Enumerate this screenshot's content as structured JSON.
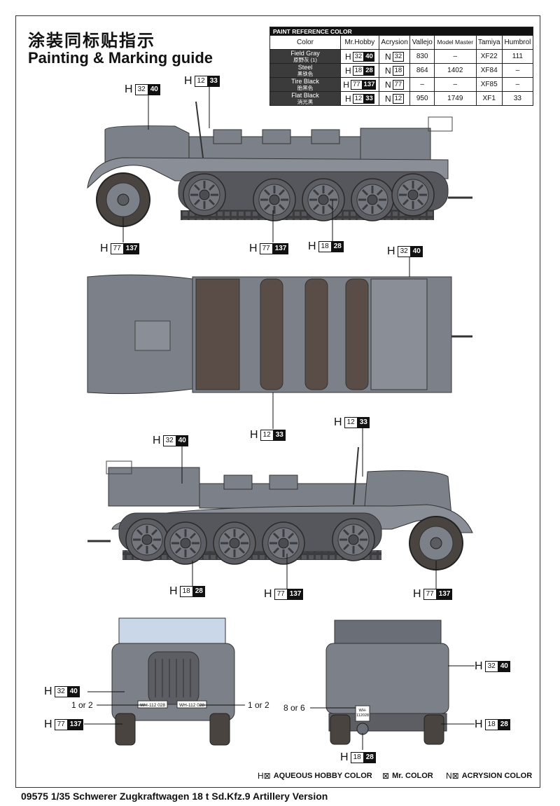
{
  "title_cn": "涂装同标贴指示",
  "title_en": "Painting & Marking guide",
  "paint_table": {
    "header": "PAINT  REFERENCE COLOR",
    "columns": [
      "Color",
      "Mr.Hobby",
      "Acrysion",
      "Vallejo",
      "Model Master",
      "Tamiya",
      "Humbrol"
    ],
    "rows": [
      {
        "name": "Field Gray",
        "name_cn": "原野灰 (1)",
        "h_num": "32",
        "h_code": "40",
        "n_code": "32",
        "vallejo": "830",
        "model_master": "–",
        "tamiya": "XF22",
        "humbrol": "111"
      },
      {
        "name": "Steel",
        "name_cn": "黑铁色",
        "h_num": "18",
        "h_code": "28",
        "n_code": "18",
        "vallejo": "864",
        "model_master": "1402",
        "tamiya": "XF84",
        "humbrol": "–"
      },
      {
        "name": "Tire Black",
        "name_cn": "胎黑色",
        "h_num": "77",
        "h_code": "137",
        "n_code": "77",
        "vallejo": "–",
        "model_master": "–",
        "tamiya": "XF85",
        "humbrol": "–"
      },
      {
        "name": "Flat Black",
        "name_cn": "消光黑",
        "h_num": "12",
        "h_code": "33",
        "n_code": "12",
        "vallejo": "950",
        "model_master": "1749",
        "tamiya": "XF1",
        "humbrol": "33"
      }
    ]
  },
  "callouts": {
    "c1": {
      "letter": "H",
      "num": "32",
      "code": "40"
    },
    "c2": {
      "letter": "H",
      "num": "12",
      "code": "33"
    },
    "c3": {
      "letter": "H",
      "num": "77",
      "code": "137"
    },
    "c4": {
      "letter": "H",
      "num": "77",
      "code": "137"
    },
    "c5": {
      "letter": "H",
      "num": "18",
      "code": "28"
    },
    "c6": {
      "letter": "H",
      "num": "32",
      "code": "40"
    },
    "c7": {
      "letter": "H",
      "num": "12",
      "code": "33"
    },
    "c8": {
      "letter": "H",
      "num": "12",
      "code": "33"
    },
    "c9": {
      "letter": "H",
      "num": "32",
      "code": "40"
    },
    "c10": {
      "letter": "H",
      "num": "18",
      "code": "28"
    },
    "c11": {
      "letter": "H",
      "num": "77",
      "code": "137"
    },
    "c12": {
      "letter": "H",
      "num": "77",
      "code": "137"
    },
    "c13": {
      "letter": "H",
      "num": "32",
      "code": "40"
    },
    "c14": {
      "letter": "H",
      "num": "77",
      "code": "137"
    },
    "c15": {
      "letter": "H",
      "num": "32",
      "code": "40"
    },
    "c16": {
      "letter": "H",
      "num": "18",
      "code": "28"
    },
    "c17": {
      "letter": "H",
      "num": "18",
      "code": "28"
    }
  },
  "notes": {
    "front_left": "1 or 2",
    "front_right": "1 or 2",
    "rear_left": "8 or 6"
  },
  "plates": {
    "front_left": "WH-112 028",
    "front_right": "WH-112 028",
    "rear_top": "WH-",
    "rear_bottom": "112028"
  },
  "legend": {
    "h_symbol": "H⊠",
    "h_label": "AQUEOUS HOBBY COLOR",
    "mr_symbol": "⊠",
    "mr_label": "Mr. COLOR",
    "n_symbol": "N⊠",
    "n_label": "ACRYSION COLOR"
  },
  "footer": "09575 1/35 Schwerer Zugkraftwagen 18 t Sd.Kfz.9 Artillery Version",
  "colors": {
    "field_gray": "#7c8088",
    "dark_gray": "#3b3b3b",
    "tire": "#4a4440",
    "interior": "#5a4c46"
  }
}
